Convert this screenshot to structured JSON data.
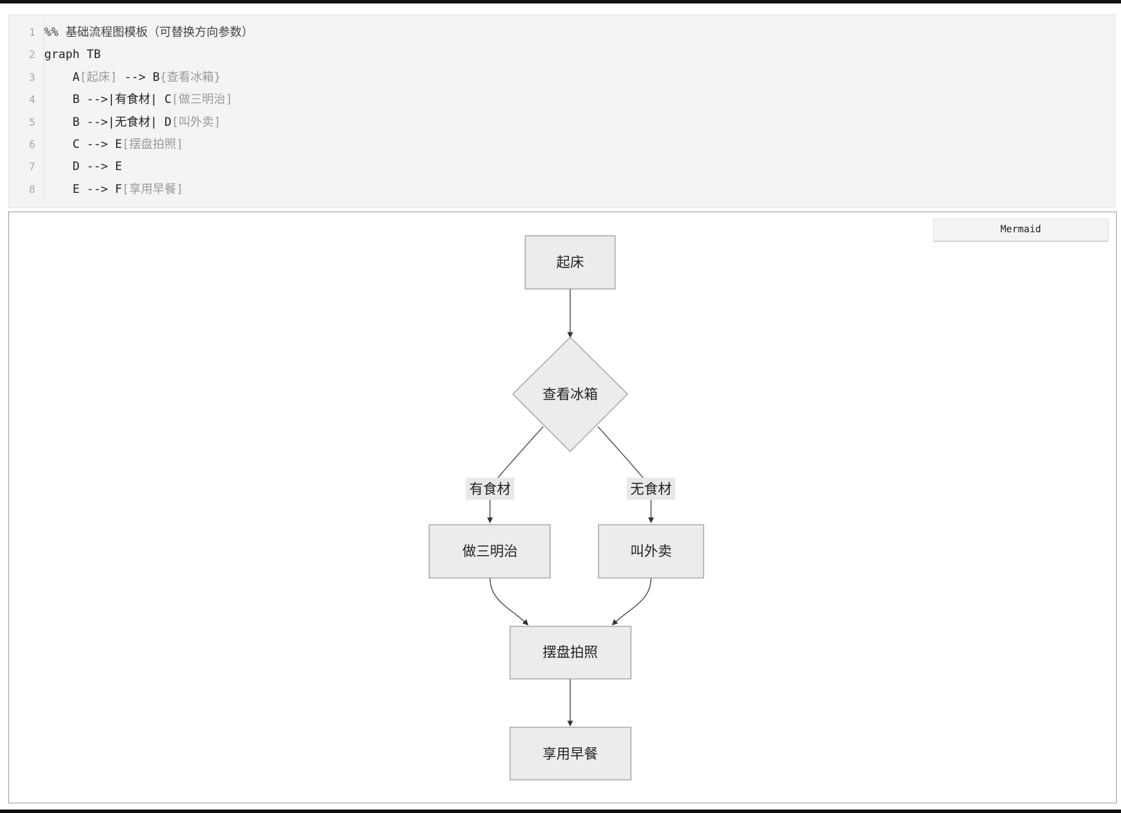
{
  "code": {
    "lines": [
      {
        "num": "1",
        "parts": [
          {
            "t": "%% ",
            "c": "c"
          },
          {
            "t": "基础流程图模板（可替换方向参数）",
            "c": "c"
          }
        ]
      },
      {
        "num": "2",
        "parts": [
          {
            "t": "graph TB",
            "c": "k"
          }
        ]
      },
      {
        "num": "3",
        "parts": [
          {
            "t": "    A",
            "c": "t"
          },
          {
            "t": "[起床]",
            "c": "s"
          },
          {
            "t": " --> B",
            "c": "t"
          },
          {
            "t": "{查看冰箱}",
            "c": "s"
          }
        ]
      },
      {
        "num": "4",
        "parts": [
          {
            "t": "    B -->|有食材| C",
            "c": "t"
          },
          {
            "t": "[做三明治]",
            "c": "s"
          }
        ]
      },
      {
        "num": "5",
        "parts": [
          {
            "t": "    B -->|无食材| D",
            "c": "t"
          },
          {
            "t": "[叫外卖]",
            "c": "s"
          }
        ]
      },
      {
        "num": "6",
        "parts": [
          {
            "t": "    C --> E",
            "c": "t"
          },
          {
            "t": "[摆盘拍照]",
            "c": "s"
          }
        ]
      },
      {
        "num": "7",
        "parts": [
          {
            "t": "    D --> E",
            "c": "t"
          }
        ]
      },
      {
        "num": "8",
        "parts": [
          {
            "t": "    E --> F",
            "c": "t"
          },
          {
            "t": "[享用早餐]",
            "c": "s"
          }
        ]
      }
    ]
  },
  "diagram": {
    "badge_label": "Mermaid",
    "nodes": {
      "A": "起床",
      "B": "查看冰箱",
      "C": "做三明治",
      "D": "叫外卖",
      "E": "摆盘拍照",
      "F": "享用早餐"
    },
    "edge_labels": {
      "BC": "有食材",
      "BD": "无食材"
    },
    "colors": {
      "node_fill": "#ececec",
      "node_stroke": "#999999",
      "edge": "#333333",
      "label_bg": "#e8e8e8"
    }
  }
}
